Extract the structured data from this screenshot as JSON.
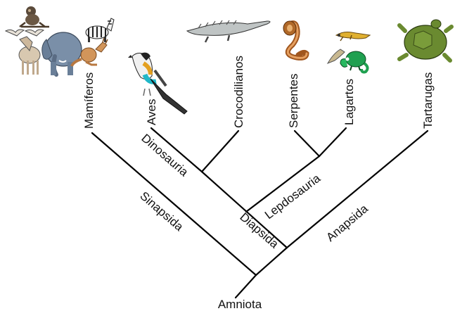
{
  "diagram": {
    "root": "Amniota",
    "taxa": {
      "mamiferos": "Mamíferos",
      "aves": "Aves",
      "crocodilianos": "Crocodilianos",
      "serpentes": "Serpentes",
      "lagartos": "Lagartos",
      "tartarugas": "Tartarugas"
    },
    "clades": {
      "sinapsida": "Sinapsida",
      "diapsida": "Diapsida",
      "dinosauria": "Dinosauria",
      "lepdosauria": "Lepdosauria",
      "anapsida": "Anapsida"
    },
    "animal_icons": [
      "monkey-icon",
      "moose-icon",
      "elephant-icon",
      "zebra-icon",
      "kangaroo-icon",
      "bird-icon",
      "crocodile-icon",
      "cobra-icon",
      "lizard-icon",
      "chameleon-icon",
      "turtle-icon"
    ],
    "colors": {
      "line": "#000000",
      "text": "#111111"
    }
  }
}
